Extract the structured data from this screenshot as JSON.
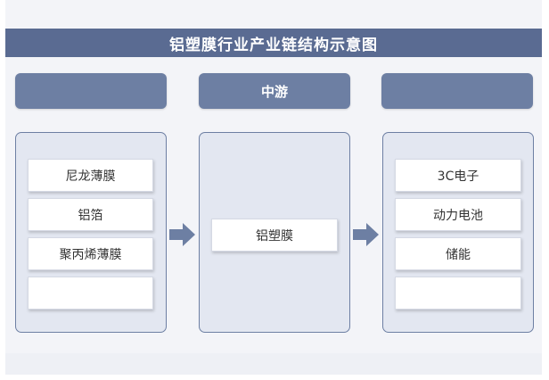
{
  "title": "铝塑膜行业产业链结构示意图",
  "stages": [
    {
      "header": "",
      "items": [
        "尼龙薄膜",
        "铝箔",
        "聚丙烯薄膜",
        ""
      ]
    },
    {
      "header": "中游",
      "items": [
        "铝塑膜"
      ]
    },
    {
      "header": "",
      "items": [
        "3C电子",
        "动力电池",
        "储能",
        ""
      ]
    }
  ],
  "colors": {
    "title_bar": "#5a6b92",
    "stage_header": "#6d7fa3",
    "panel_fill": "#e3e7f1",
    "arrow": "#6d7fa3"
  },
  "icons": [
    "arrow-right-icon",
    "arrow-right-icon"
  ]
}
